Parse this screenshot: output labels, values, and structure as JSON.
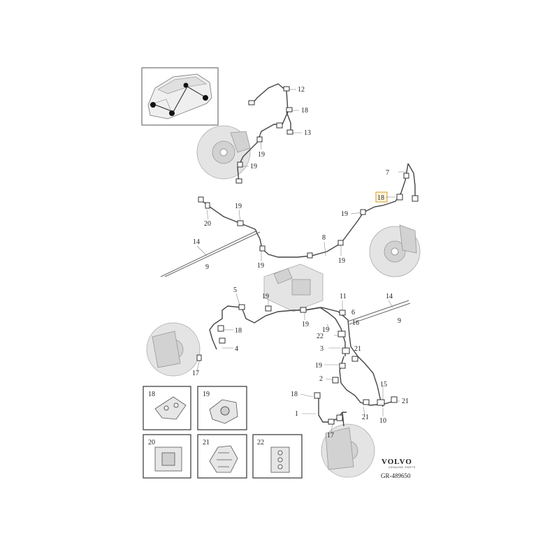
{
  "callouts": [
    {
      "id": "c12",
      "text": "12"
    },
    {
      "id": "c18a",
      "text": "18"
    },
    {
      "id": "c13",
      "text": "13"
    },
    {
      "id": "c19a",
      "text": "19"
    },
    {
      "id": "c19b",
      "text": "19"
    },
    {
      "id": "c7",
      "text": "7"
    },
    {
      "id": "c18b",
      "text": "18"
    },
    {
      "id": "c19c",
      "text": "19"
    },
    {
      "id": "c19d",
      "text": "19"
    },
    {
      "id": "c20",
      "text": "20"
    },
    {
      "id": "c14a",
      "text": "14"
    },
    {
      "id": "c9a",
      "text": "9"
    },
    {
      "id": "c8",
      "text": "8"
    },
    {
      "id": "c19e",
      "text": "19"
    },
    {
      "id": "c19f",
      "text": "19"
    },
    {
      "id": "c5",
      "text": "5"
    },
    {
      "id": "c19g",
      "text": "19"
    },
    {
      "id": "c11",
      "text": "11"
    },
    {
      "id": "c14b",
      "text": "14"
    },
    {
      "id": "c6",
      "text": "6"
    },
    {
      "id": "c18c",
      "text": "18"
    },
    {
      "id": "c19h",
      "text": "19"
    },
    {
      "id": "c16",
      "text": "16"
    },
    {
      "id": "c9b",
      "text": "9"
    },
    {
      "id": "c19i",
      "text": "19"
    },
    {
      "id": "c22",
      "text": "22"
    },
    {
      "id": "c4",
      "text": "4"
    },
    {
      "id": "c3",
      "text": "3"
    },
    {
      "id": "c21a",
      "text": "21"
    },
    {
      "id": "c17a",
      "text": "17"
    },
    {
      "id": "c19j",
      "text": "19"
    },
    {
      "id": "c2",
      "text": "2"
    },
    {
      "id": "c15",
      "text": "15"
    },
    {
      "id": "c18d",
      "text": "18"
    },
    {
      "id": "c21b",
      "text": "21"
    },
    {
      "id": "c1",
      "text": "1"
    },
    {
      "id": "c21c",
      "text": "21"
    },
    {
      "id": "c10",
      "text": "10"
    },
    {
      "id": "c17b",
      "text": "17"
    }
  ],
  "detail_panels": [
    {
      "label": "18"
    },
    {
      "label": "19"
    },
    {
      "label": "20"
    },
    {
      "label": "21"
    },
    {
      "label": "22"
    }
  ],
  "brand": {
    "name": "VOLVO",
    "tagline": "GENUINE PARTS",
    "reference": "GR-489650"
  },
  "colors": {
    "line": "#444444",
    "highlight": "#e0a94a"
  }
}
